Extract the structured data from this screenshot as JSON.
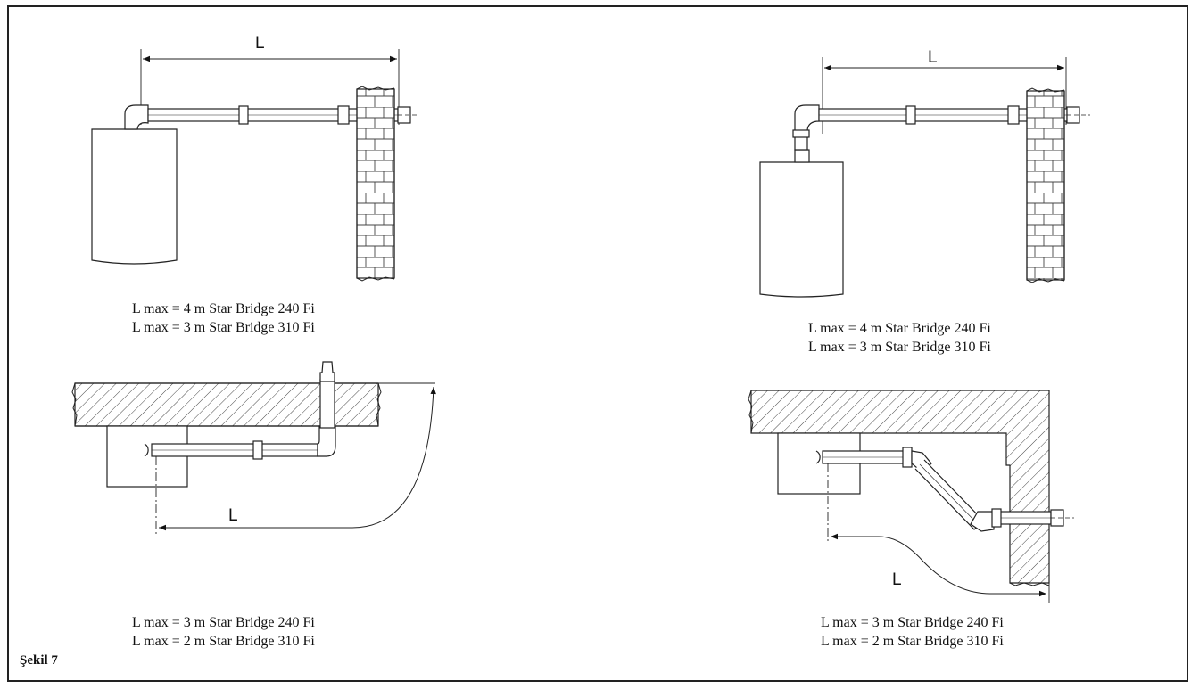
{
  "figure_label": "Şekil 7",
  "dimension_label": "L",
  "panels": [
    {
      "id": "top-left",
      "captions": [
        "L max = 4 m  Star Bridge 240 Fi",
        "L max = 3 m  Star Bridge 310 Fi"
      ]
    },
    {
      "id": "top-right",
      "captions": [
        "L max = 4 m  Star Bridge 240 Fi",
        "L max = 3 m  Star Bridge 310 Fi"
      ]
    },
    {
      "id": "bottom-left",
      "captions": [
        "L max = 3 m  Star Bridge 240 Fi",
        "L max = 2 m  Star Bridge 310 Fi"
      ]
    },
    {
      "id": "bottom-right",
      "captions": [
        "L max = 3 m  Star Bridge 240 Fi",
        "L max = 2 m  Star Bridge 310 Fi"
      ]
    }
  ]
}
